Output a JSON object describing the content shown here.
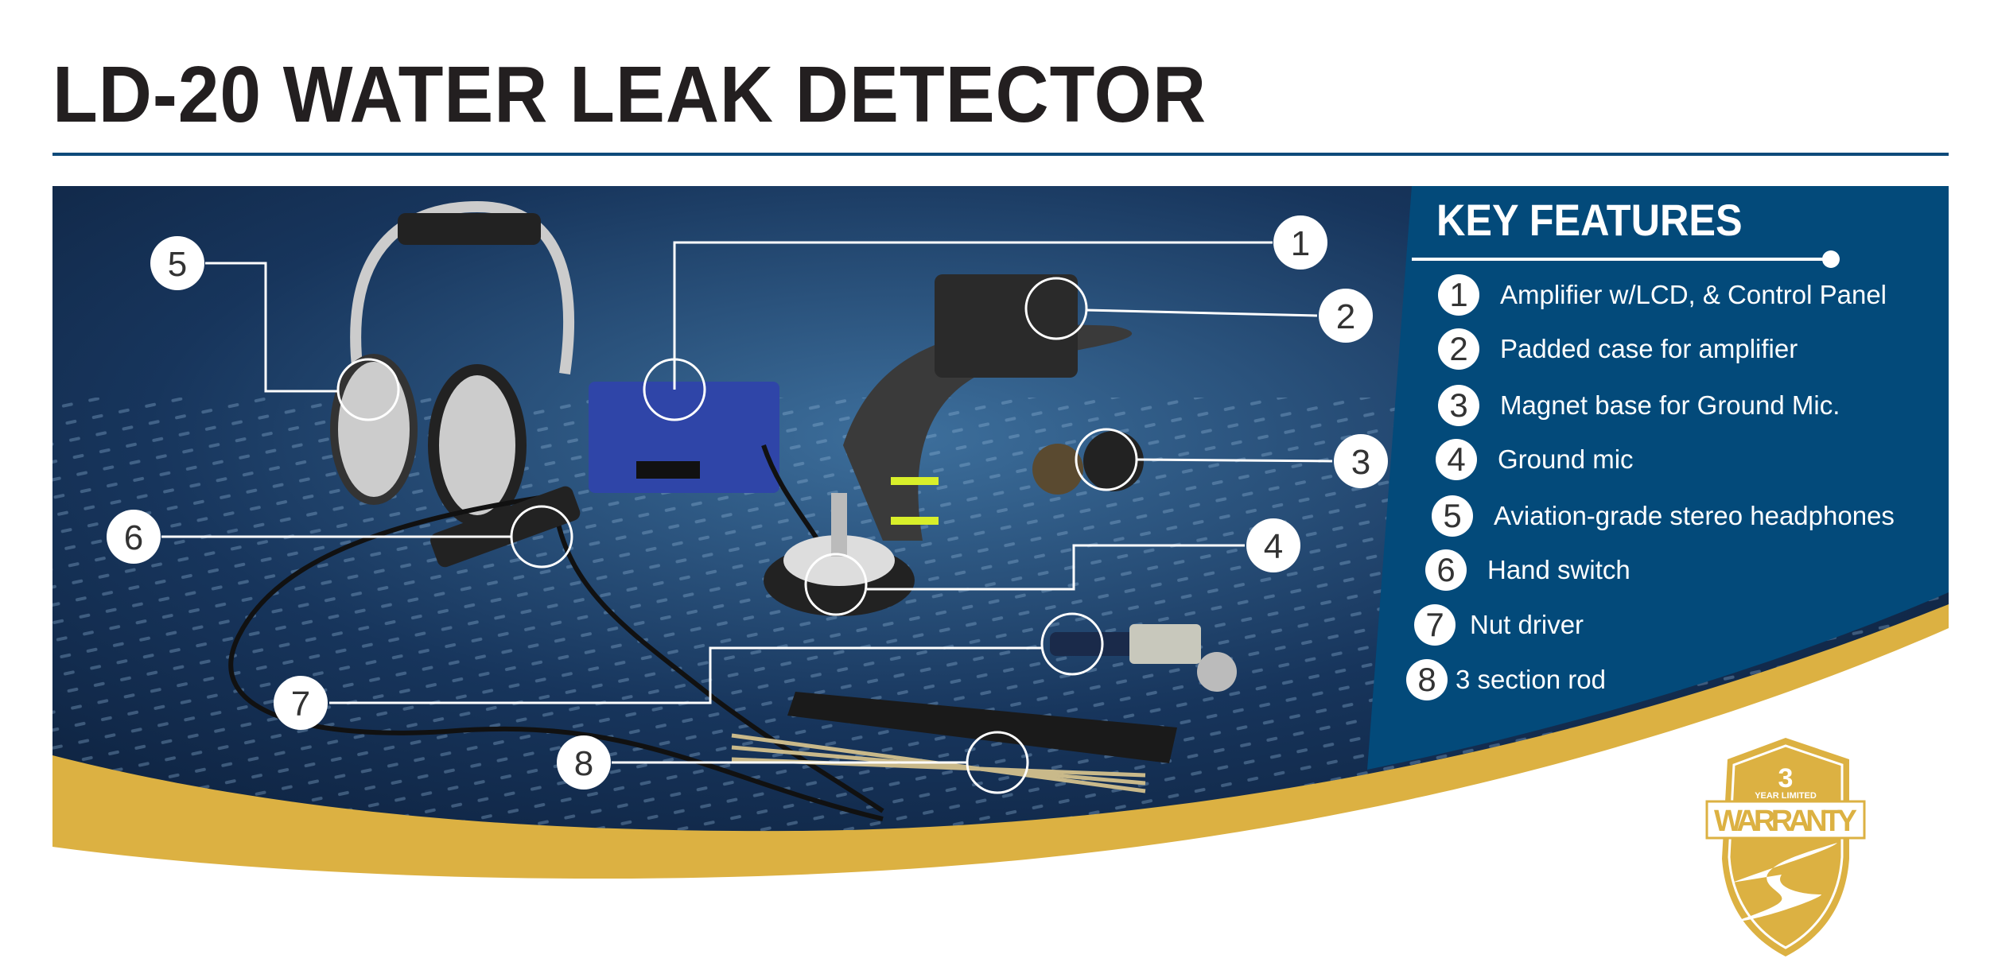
{
  "header": {
    "title": "LD-20 WATER LEAK DETECTOR"
  },
  "key_features": {
    "title": "KEY FEATURES",
    "items": [
      {
        "number": "1",
        "label": "Amplifier w/LCD, & Control Panel"
      },
      {
        "number": "2",
        "label": "Padded case for amplifier"
      },
      {
        "number": "3",
        "label": "Magnet base for Ground Mic."
      },
      {
        "number": "4",
        "label": "Ground mic"
      },
      {
        "number": "5",
        "label": "Aviation-grade stereo headphones"
      },
      {
        "number": "6",
        "label": "Hand switch"
      },
      {
        "number": "7",
        "label": "Nut driver"
      },
      {
        "number": "8",
        "label": "3 section rod"
      }
    ]
  },
  "callouts": [
    "1",
    "2",
    "3",
    "4",
    "5",
    "6",
    "7",
    "8"
  ],
  "warranty": {
    "years": "3",
    "subtitle": "YEAR LIMITED",
    "label": "WARRANTY"
  },
  "colors": {
    "navy": "#034a7a",
    "gold": "#dcb142",
    "title": "#231f20"
  }
}
